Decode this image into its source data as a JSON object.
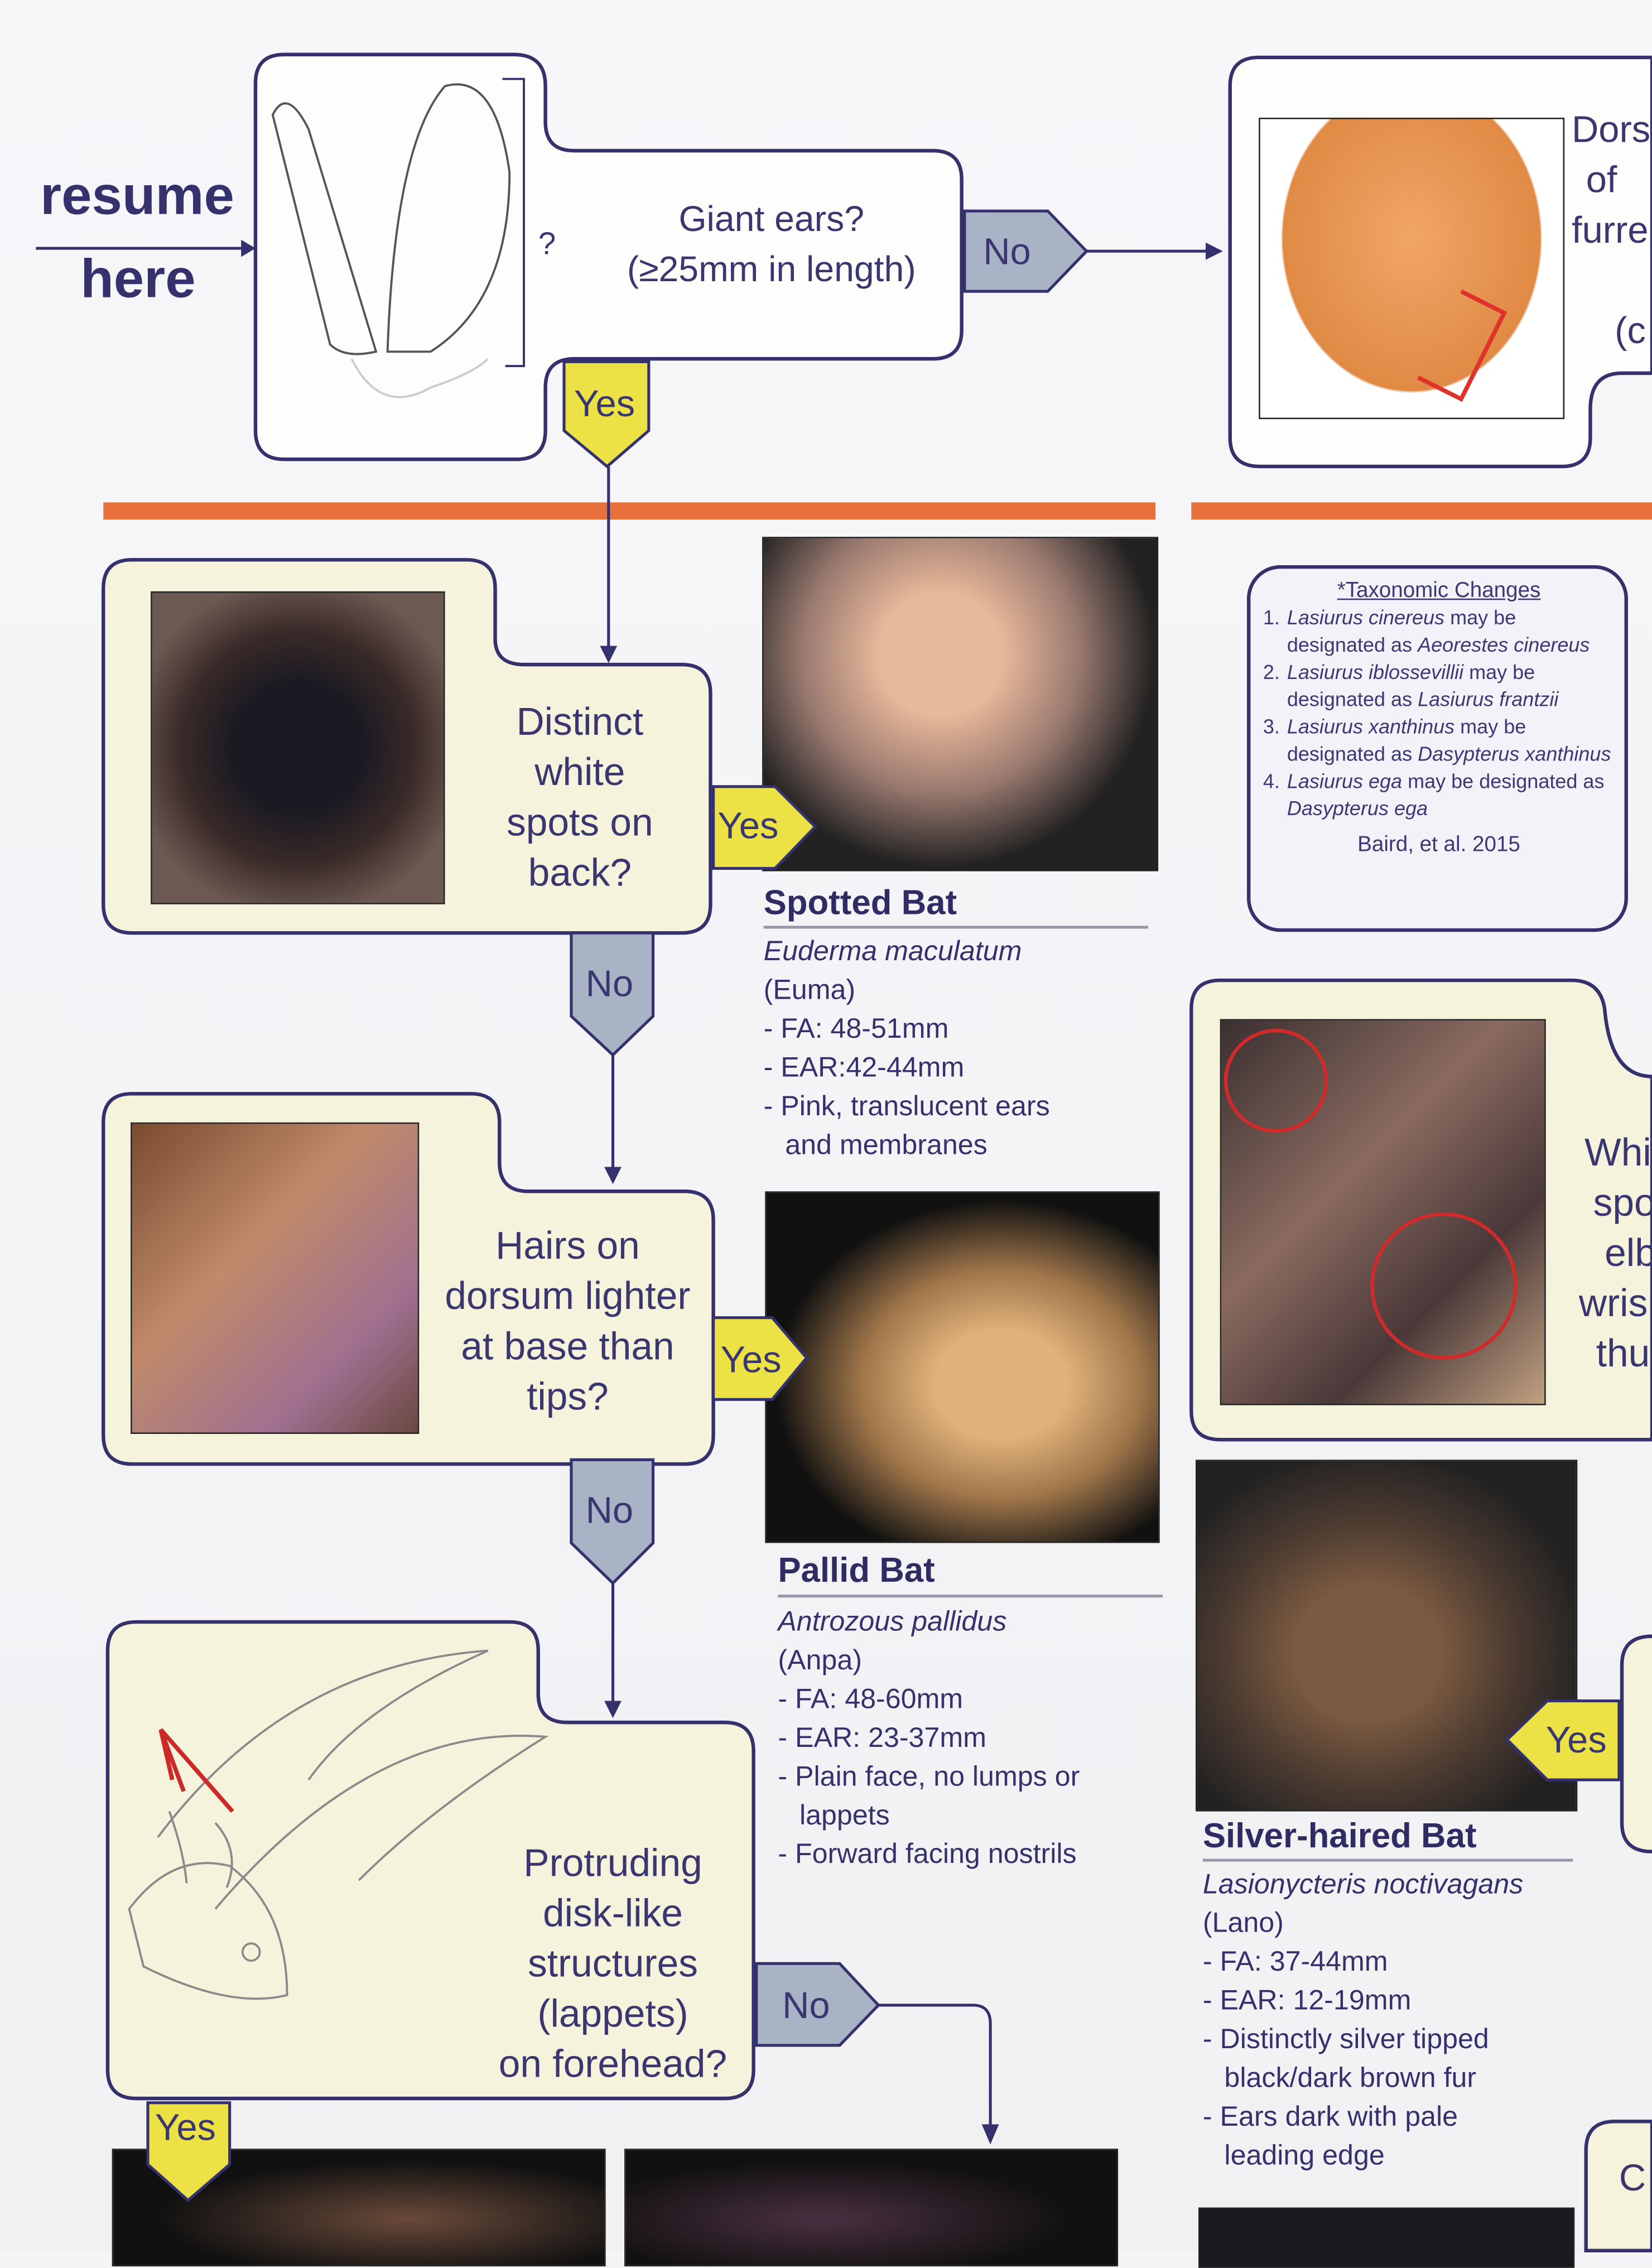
{
  "resume": {
    "line1": "resume",
    "line2": "here"
  },
  "ears_question": {
    "line1": "Giant ears?",
    "line2": "(≥25mm in length)",
    "qmark": "?"
  },
  "labels": {
    "yes": "Yes",
    "no": "No"
  },
  "dorsal_box": {
    "l1": "Dors",
    "l2": "of",
    "l3": "furre",
    "l4": "(c"
  },
  "spots_question": [
    "Distinct",
    "white",
    "spots on",
    "back?"
  ],
  "hairs_question": [
    "Hairs on",
    "dorsum lighter",
    "at base than",
    "tips?"
  ],
  "lappets_question": [
    "Protruding",
    "disk-like",
    "structures",
    "(lappets)",
    "on forehead?"
  ],
  "whitish_box": [
    "Whi",
    "spo",
    "elb",
    "wris",
    "thu"
  ],
  "spotted_bat": {
    "name": "Spotted Bat",
    "sci": "Euderma maculatum",
    "code": "(Euma)",
    "bullets": [
      "- FA: 48-51mm",
      "- EAR:42-44mm",
      "- Pink, translucent ears",
      "  and membranes"
    ]
  },
  "pallid_bat": {
    "name": "Pallid Bat",
    "sci": "Antrozous pallidus",
    "code": "(Anpa)",
    "bullets": [
      "- FA: 48-60mm",
      "- EAR: 23-37mm",
      "- Plain face, no lumps or",
      "  lappets",
      "- Forward facing nostrils"
    ]
  },
  "silver_bat": {
    "name": "Silver-haired Bat",
    "sci": "Lasionycteris noctivagans",
    "code": "(Lano)",
    "bullets": [
      "- FA: 37-44mm",
      "- EAR: 12-19mm",
      "- Distinctly silver tipped",
      "  black/dark brown fur",
      "- Ears dark with pale",
      "  leading edge"
    ]
  },
  "taxonomy": {
    "title": "*Taxonomic Changes",
    "items": [
      {
        "num": "1.",
        "old": "Lasiurus cinereus",
        "mid": " may be designated as ",
        "new": "Aeorestes cinereus"
      },
      {
        "num": "2.",
        "old": "Lasiurus iblossevillii",
        "mid": " may be designated as ",
        "new": "Lasiurus frantzii"
      },
      {
        "num": "3.",
        "old": "Lasiurus xanthinus",
        "mid": " may be designated as ",
        "new": "Dasypterus xanthinus"
      },
      {
        "num": "4.",
        "old": "Lasiurus ega",
        "mid": " may be designated as ",
        "new": "Dasypterus ega"
      }
    ],
    "citation": "Baird, et al. 2015"
  },
  "bottom_right": {
    "letter": "C"
  },
  "colors": {
    "navy": "#35316d",
    "yes": "#ece246",
    "no": "#a9b3c6",
    "divider": "#e8703a",
    "cream": "#f6f3dc"
  }
}
